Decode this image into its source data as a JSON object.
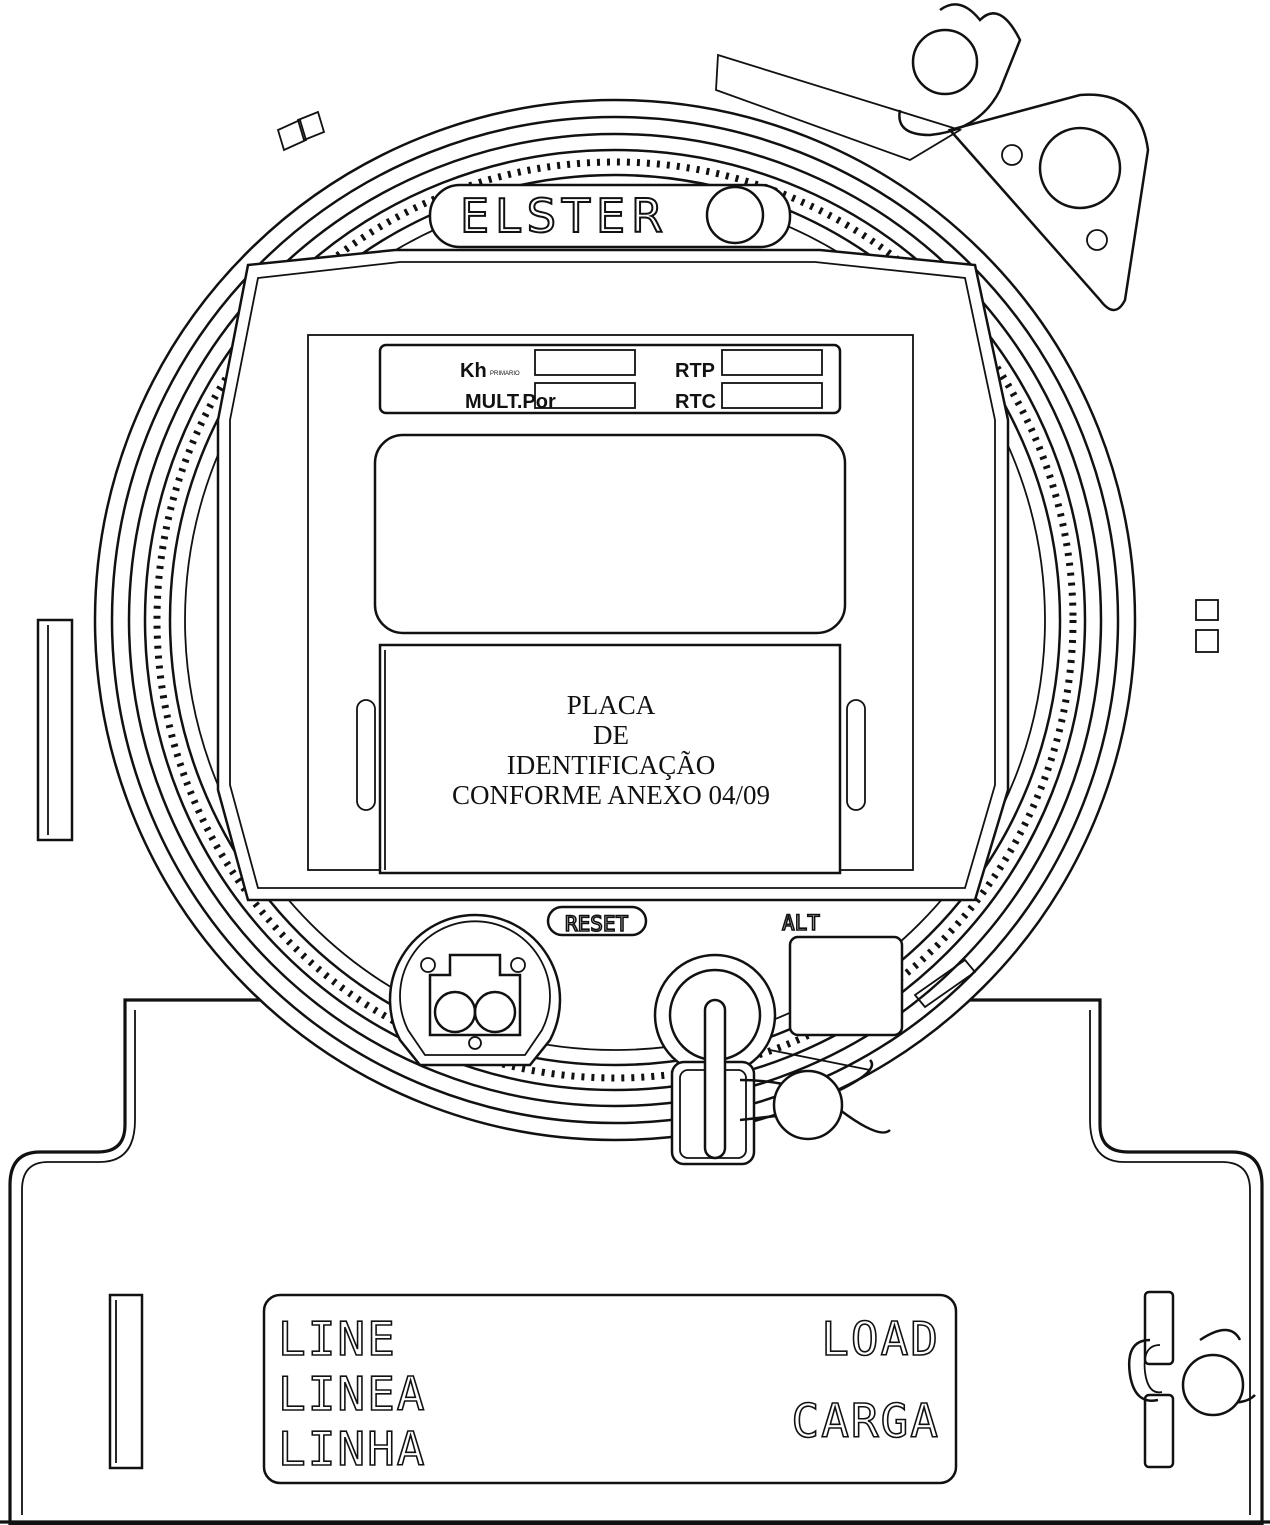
{
  "brand": "ELSTER",
  "top_labels": {
    "kh": "Kh",
    "kh_sub": "PRIMARIO",
    "mult": "MULT.Por",
    "rtp": "RTP",
    "rtc": "RTC"
  },
  "plate": {
    "lines": [
      "PLACA",
      "DE",
      "IDENTIFICAÇÃO",
      "CONFORME ANEXO 04/09"
    ]
  },
  "buttons": {
    "reset": "RESET",
    "alt": "ALT"
  },
  "terminal": {
    "line_en": "LINE",
    "line_es": "LINEA",
    "line_pt": "LINHA",
    "load_en": "LOAD",
    "load_pt": "CARGA"
  }
}
